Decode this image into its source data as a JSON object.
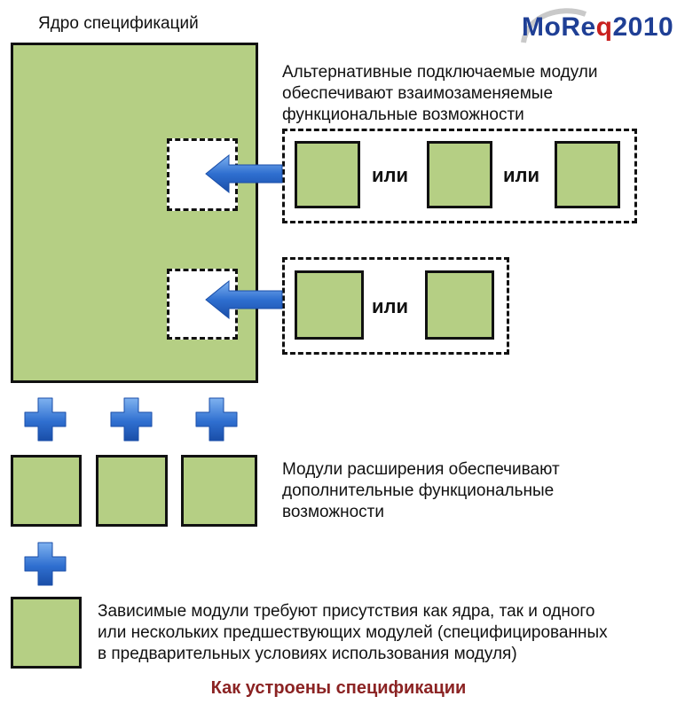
{
  "core": {
    "label": "Ядро спецификаций"
  },
  "logo": {
    "part1": "MoRe",
    "part2": "q",
    "part3": "2010"
  },
  "alternatives": {
    "caption_lines": [
      "Альтернативные подключаемые модули",
      "обеспечивают взаимозаменяемые",
      "функциональные возможности"
    ],
    "or_label": "или"
  },
  "extensions": {
    "caption_lines": [
      "Модули расширения обеспечивают",
      "дополнительные функциональные",
      "возможности"
    ]
  },
  "dependent": {
    "caption_lines": [
      "Зависимые модули требуют присутствия как ядра, так и одного",
      "или нескольких предшествующих модулей (специфицированных",
      "в предварительных условиях использования модуля)"
    ]
  },
  "footer": {
    "title": "Как устроены спецификации"
  },
  "colors": {
    "module_fill": "#b5cf84",
    "arrow_blue": "#2f6fd0",
    "caption_red": "#8b2323",
    "logo_blue": "#1f3f95",
    "logo_red": "#c8201f"
  }
}
